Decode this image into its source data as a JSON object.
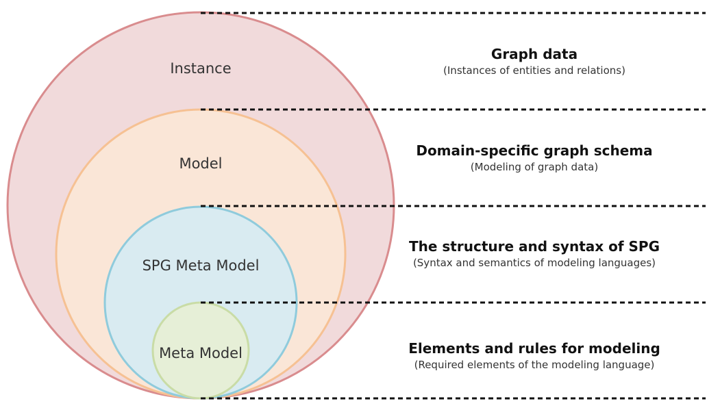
{
  "circles": [
    {
      "label": "Instance",
      "fill": "#f1dadb",
      "stroke": "#d98c8e"
    },
    {
      "label": "Model",
      "fill": "#fae6d7",
      "stroke": "#f6c193"
    },
    {
      "label": "SPG Meta Model",
      "fill": "#d9ebf1",
      "stroke": "#8fcbdc"
    },
    {
      "label": "Meta Model",
      "fill": "#e6efd7",
      "stroke": "#c9dca6"
    }
  ],
  "layers": [
    {
      "title": "Graph data",
      "subtitle": "(Instances of entities and relations)"
    },
    {
      "title": "Domain-specific graph schema",
      "subtitle": "(Modeling of graph data)"
    },
    {
      "title": "The structure and syntax of SPG",
      "subtitle": "(Syntax and semantics of modeling languages)"
    },
    {
      "title": "Elements and rules for modeling",
      "subtitle": "(Required elements of the modeling language)"
    }
  ]
}
